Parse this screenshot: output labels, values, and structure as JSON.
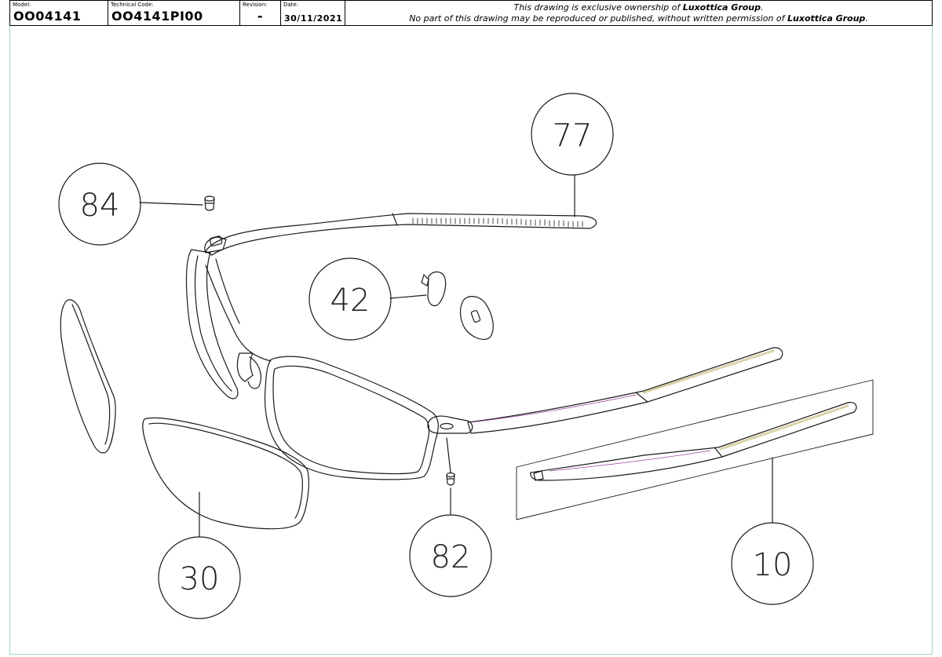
{
  "title_block": {
    "model_label": "Model:",
    "model_value": "OO04141",
    "technical_code_label": "Technical Code:",
    "technical_code_value": "OO4141PI00",
    "revision_label": "Revision:",
    "revision_value": "-",
    "date_label": "Date:",
    "date_value": "30/11/2021",
    "notice_line1_pre": "This drawing is exclusive ownership of ",
    "notice_line1_bold": "Luxottica Group",
    "notice_line1_post": ".",
    "notice_line2_pre": "No part of this drawing may be reproduced or published, without written permission of ",
    "notice_line2_bold": "Luxottica Group",
    "notice_line2_post": "."
  },
  "callouts": [
    {
      "id": "84",
      "label": "84"
    },
    {
      "id": "77",
      "label": "77"
    },
    {
      "id": "42",
      "label": "42"
    },
    {
      "id": "30",
      "label": "30"
    },
    {
      "id": "82",
      "label": "82"
    },
    {
      "id": "10",
      "label": "10"
    }
  ],
  "colors": {
    "line": "#1a1a1a",
    "frame_border": "#9fd6cc",
    "accent_magenta": "#a0409a",
    "temple_tip_fill": "#f4f1dc"
  }
}
